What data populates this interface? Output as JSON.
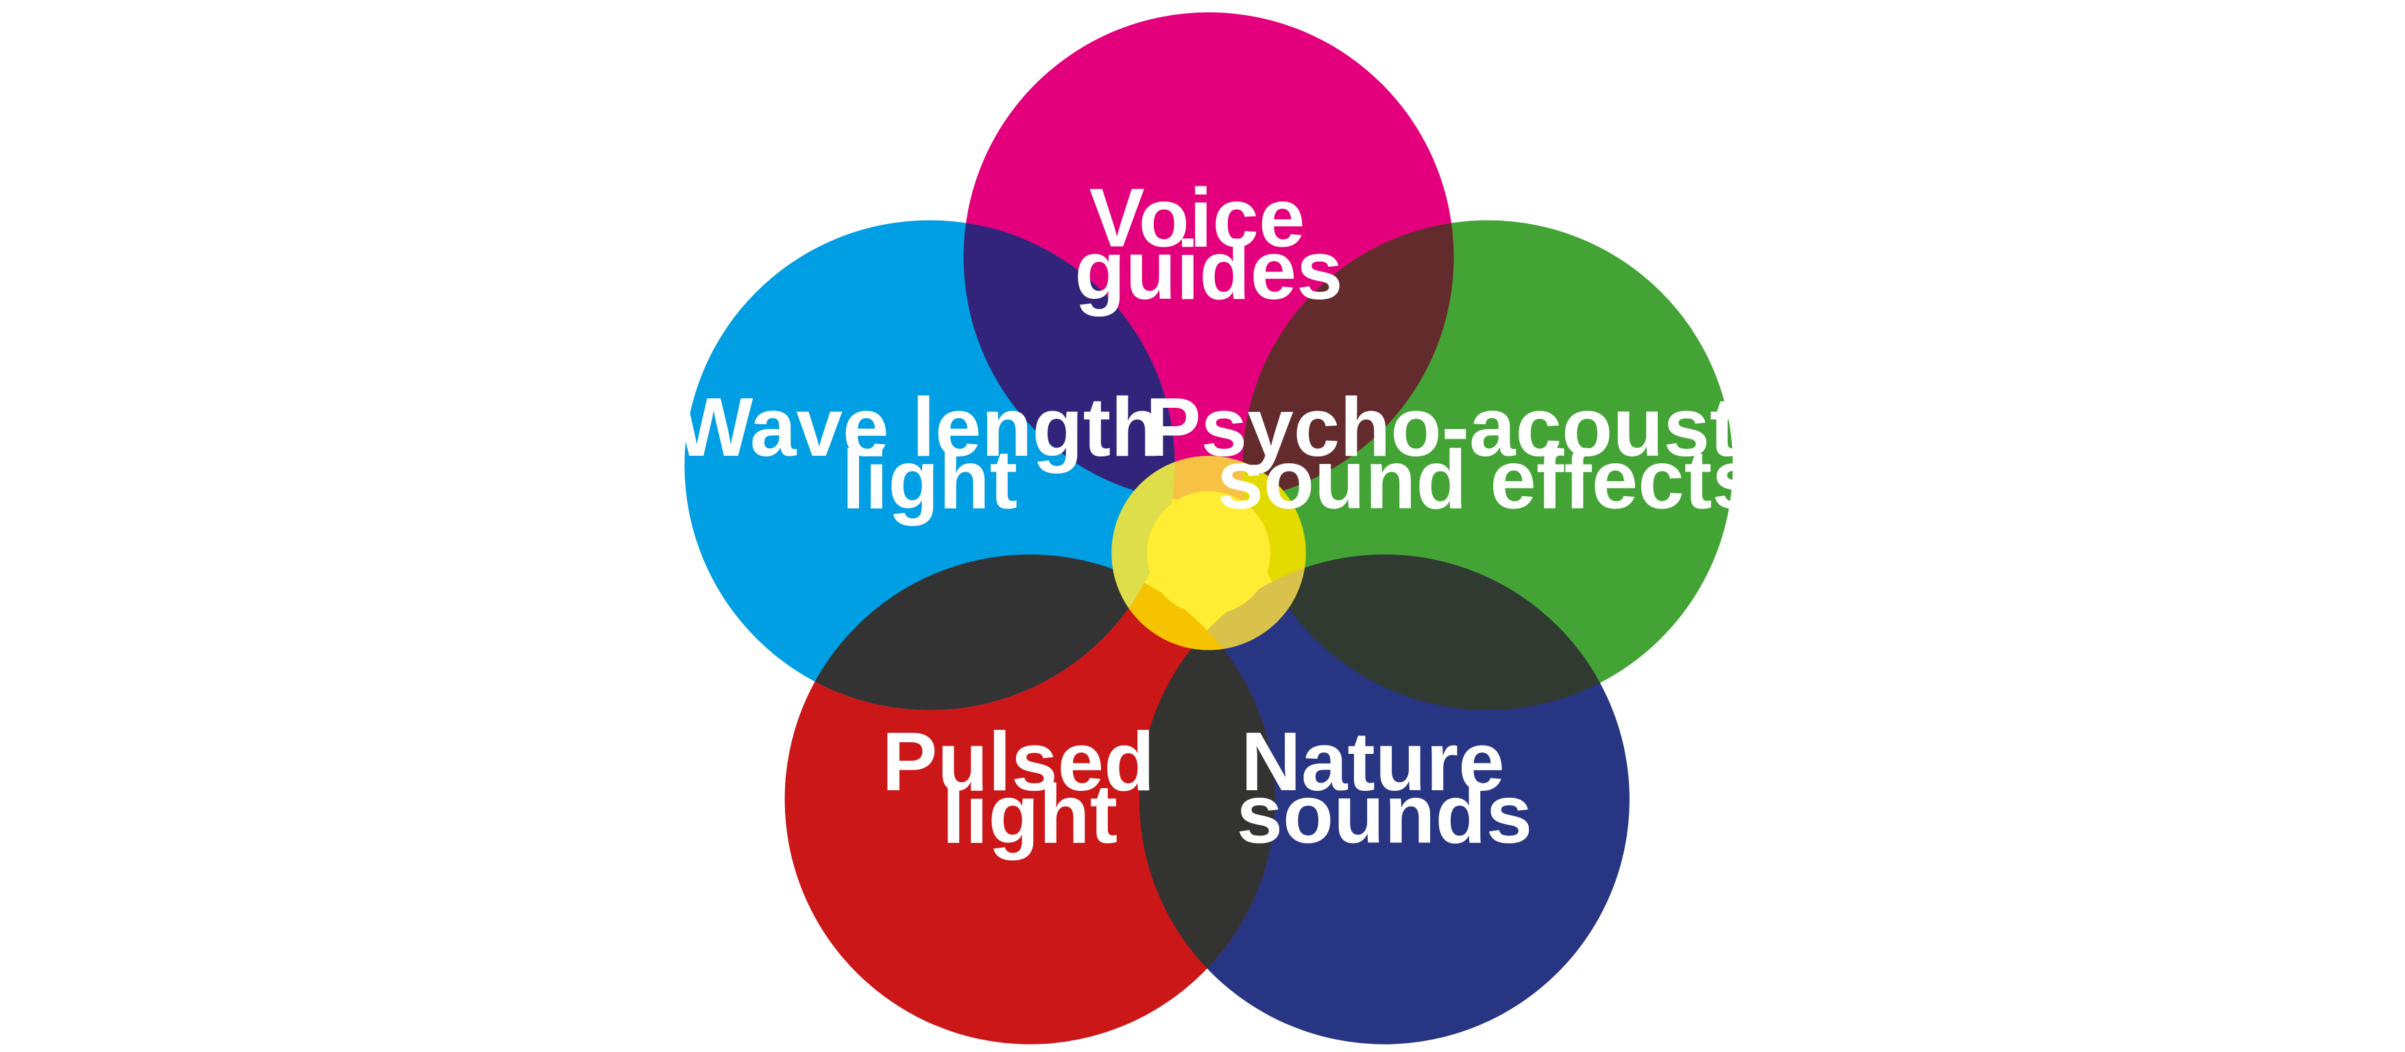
{
  "diagram": {
    "petals": [
      {
        "key": "voice",
        "label_lines": [
          "Voice",
          "guides"
        ],
        "color": "#E4007C"
      },
      {
        "key": "psycho",
        "label_lines": [
          "Psycho-acoustic",
          "sound effects"
        ],
        "color": "#43A435"
      },
      {
        "key": "nature",
        "label_lines": [
          "Nature",
          "sounds"
        ],
        "color": "#283583"
      },
      {
        "key": "pulsed",
        "label_lines": [
          "Pulsed",
          "light"
        ],
        "color": "#CC1719"
      },
      {
        "key": "wave",
        "label_lines": [
          "Wave length",
          "light"
        ],
        "color": "#009FE3"
      }
    ],
    "overlaps": {
      "voice_wave": "#32247A",
      "voice_psycho": "#642B2D",
      "psycho_nature": "#303A31",
      "nature_pulsed": "#333332",
      "pulsed_wave": "#333333"
    },
    "center": {
      "color": "#FFED34",
      "tint_voice": "#F7C243",
      "tint_psycho": "#E3DB00",
      "tint_nature": "#D9C24B",
      "tint_pulsed": "#F6C300",
      "tint_wave": "#DEDD4A"
    }
  }
}
